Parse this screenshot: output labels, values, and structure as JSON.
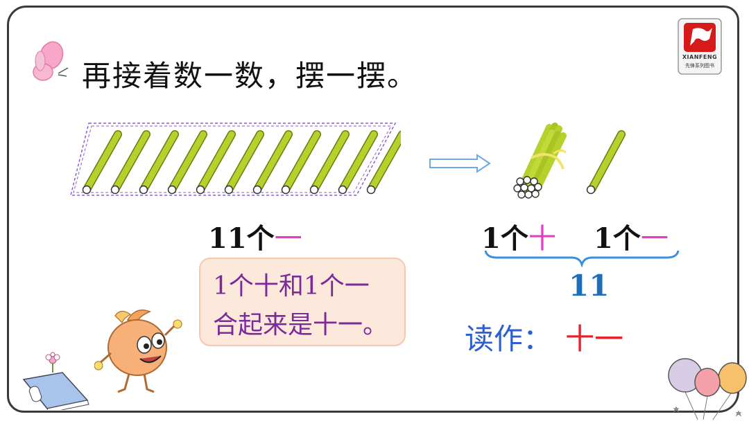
{
  "title": "再接着数一数，摆一摆。",
  "logo": {
    "brand": "XIANFENG",
    "series": "先锋系列图书",
    "color": "#d61a1a"
  },
  "left_group": {
    "count": "11",
    "unit": "个",
    "unit_name": "一"
  },
  "right_group": {
    "tens_count": "1",
    "tens_unit": "个",
    "tens_name": "十",
    "ones_count": "1",
    "ones_unit": "个",
    "ones_name": "一"
  },
  "number": "11",
  "read": {
    "label": "读作：",
    "value": "十一"
  },
  "speech": {
    "line1": "1个十和1个一",
    "line2": "合起来是十一。"
  },
  "colors": {
    "stick": "#b5d12b",
    "unit_highlight": "#e040c0",
    "number": "#1f6fb8",
    "read_label": "#2d5fd0",
    "read_value": "#e8222b"
  }
}
